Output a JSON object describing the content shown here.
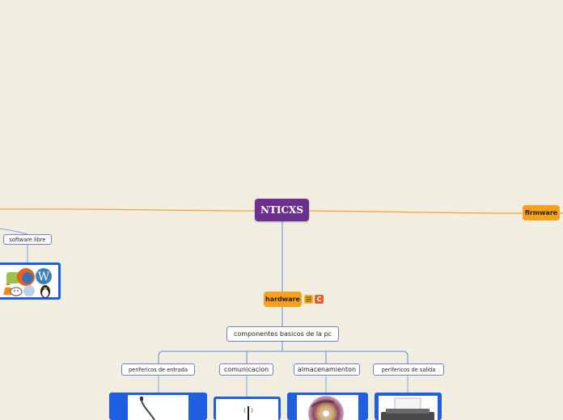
{
  "central": {
    "label": "NTICXS"
  },
  "branches": {
    "firmware": {
      "label": "firmware"
    },
    "software_libre": {
      "label": "software libre"
    },
    "hardware": {
      "label": "hardware",
      "icons": [
        "notes-icon",
        "c-badge-icon"
      ],
      "badge_c": "C",
      "child": {
        "label": "componentes basicos de la pc",
        "children": [
          {
            "label": "perifericos de entrada",
            "image": "microphone"
          },
          {
            "label": "comunicacion",
            "image": "wifi-router"
          },
          {
            "label": "almacenamienton",
            "image": "cd-disc"
          },
          {
            "label": "perifericos de salida",
            "image": "printer"
          }
        ]
      }
    }
  },
  "colors": {
    "background": "#f1ede1",
    "central": "#6b2f8e",
    "branch_orange": "#f7a11a",
    "node_border": "#6b84c9",
    "image_frame": "#1e5ee0",
    "connector_orange": "#f0a23c",
    "connector_blue": "#5a8be0"
  }
}
